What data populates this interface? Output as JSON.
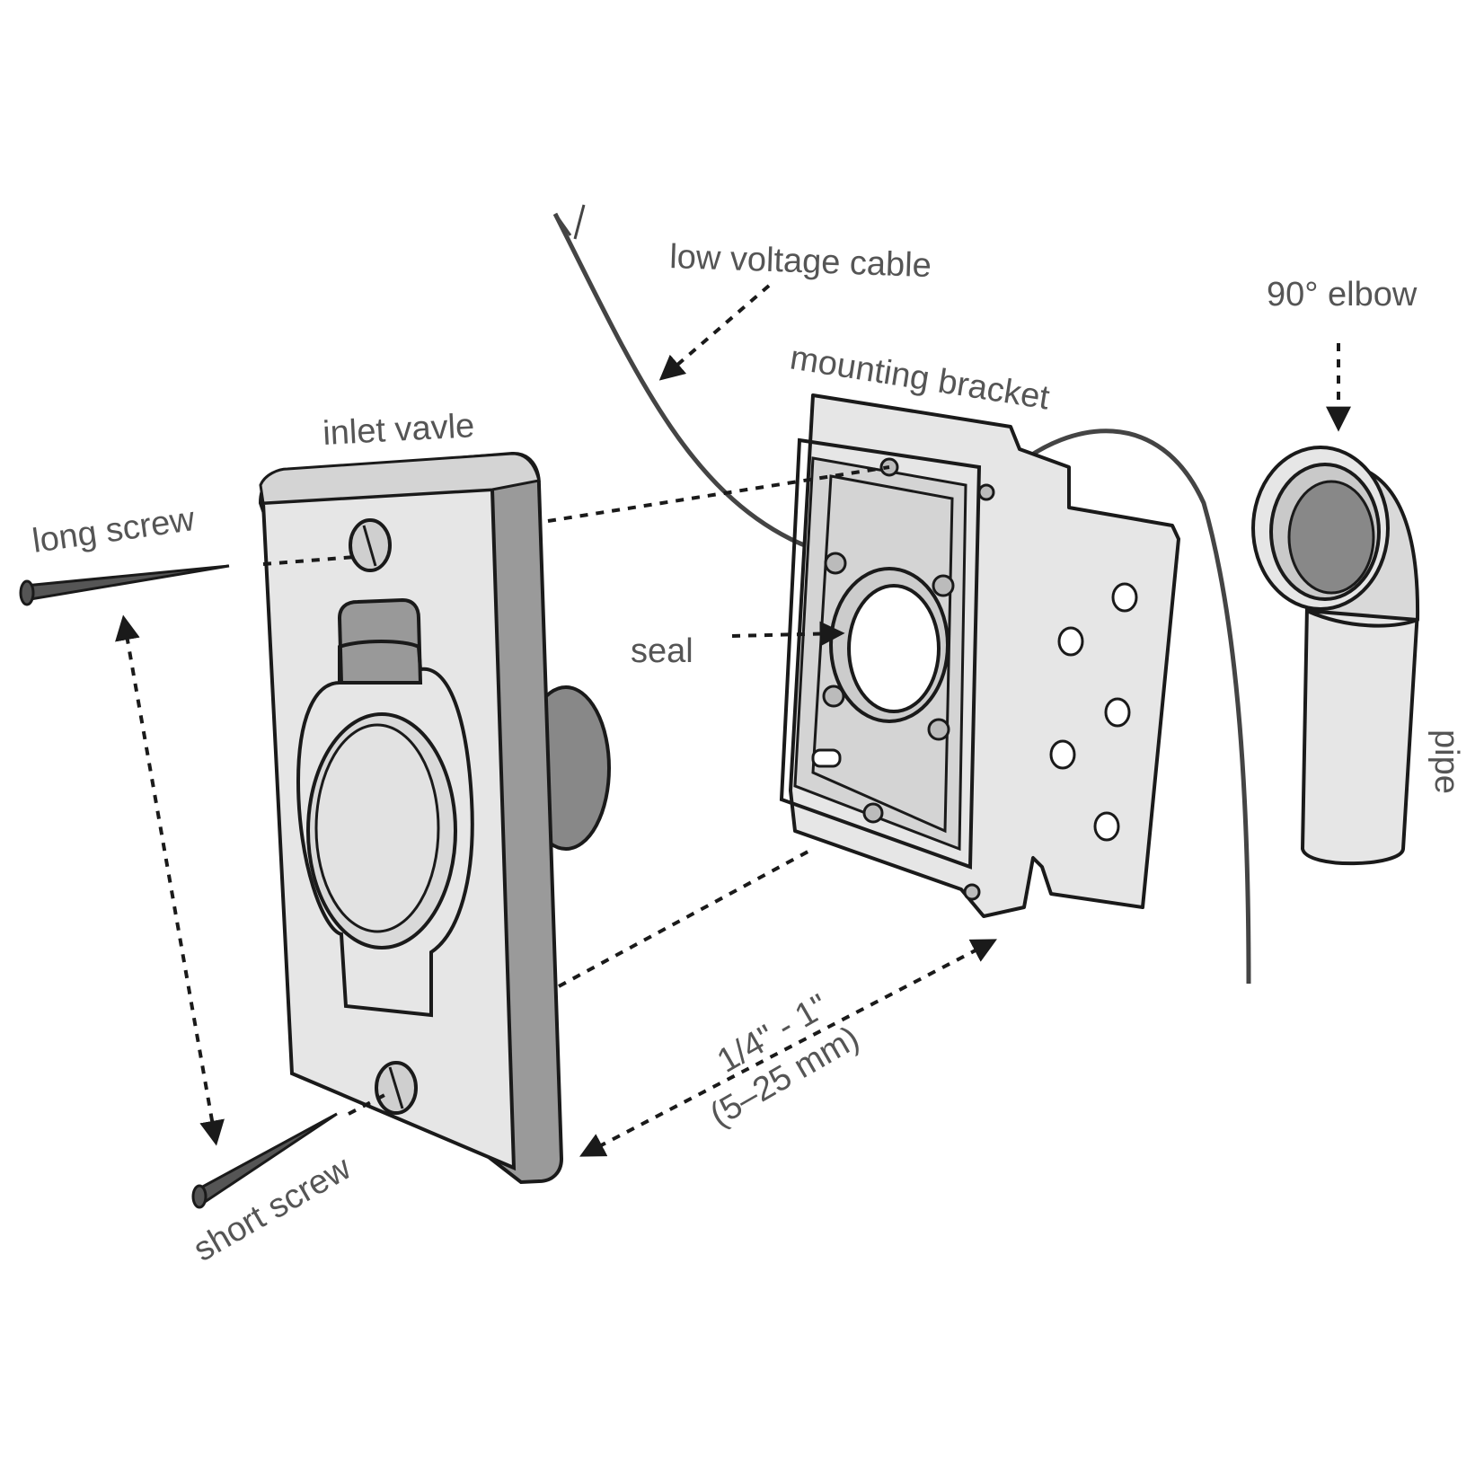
{
  "labels": {
    "low_voltage_cable": "low voltage cable",
    "elbow": "90° elbow",
    "mounting_bracket": "mounting bracket",
    "inlet_valve": "inlet vavle",
    "long_screw": "long screw",
    "seal": "seal",
    "pipe": "pipe",
    "dimension_in": "1/4\" - 1\"",
    "dimension_mm": "(5–25 mm)",
    "short_screw": "short screw"
  },
  "colors": {
    "line": "#1a1a1a",
    "plate_fill": "#e6e6e6",
    "plate_edge": "#9a9a9a",
    "dark_part": "#888888",
    "label_text": "#555555"
  }
}
